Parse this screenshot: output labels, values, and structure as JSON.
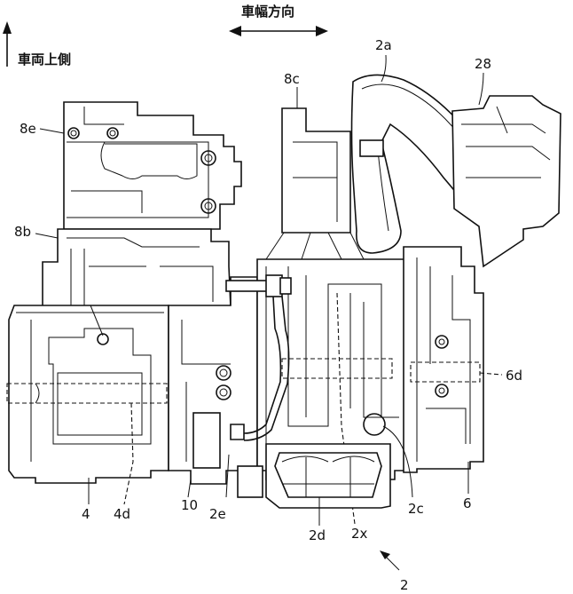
{
  "directions": {
    "width_direction": "車幅方向",
    "up_direction": "車両上側"
  },
  "labels": {
    "l_2a": "2a",
    "l_28": "28",
    "l_8c": "8c",
    "l_8e": "8e",
    "l_8b": "8b",
    "l_6d": "6d",
    "l_4": "4",
    "l_4d": "4d",
    "l_10": "10",
    "l_2e": "2e",
    "l_2d": "2d",
    "l_2x": "2x",
    "l_2c": "2c",
    "l_6": "6",
    "l_2": "2"
  }
}
